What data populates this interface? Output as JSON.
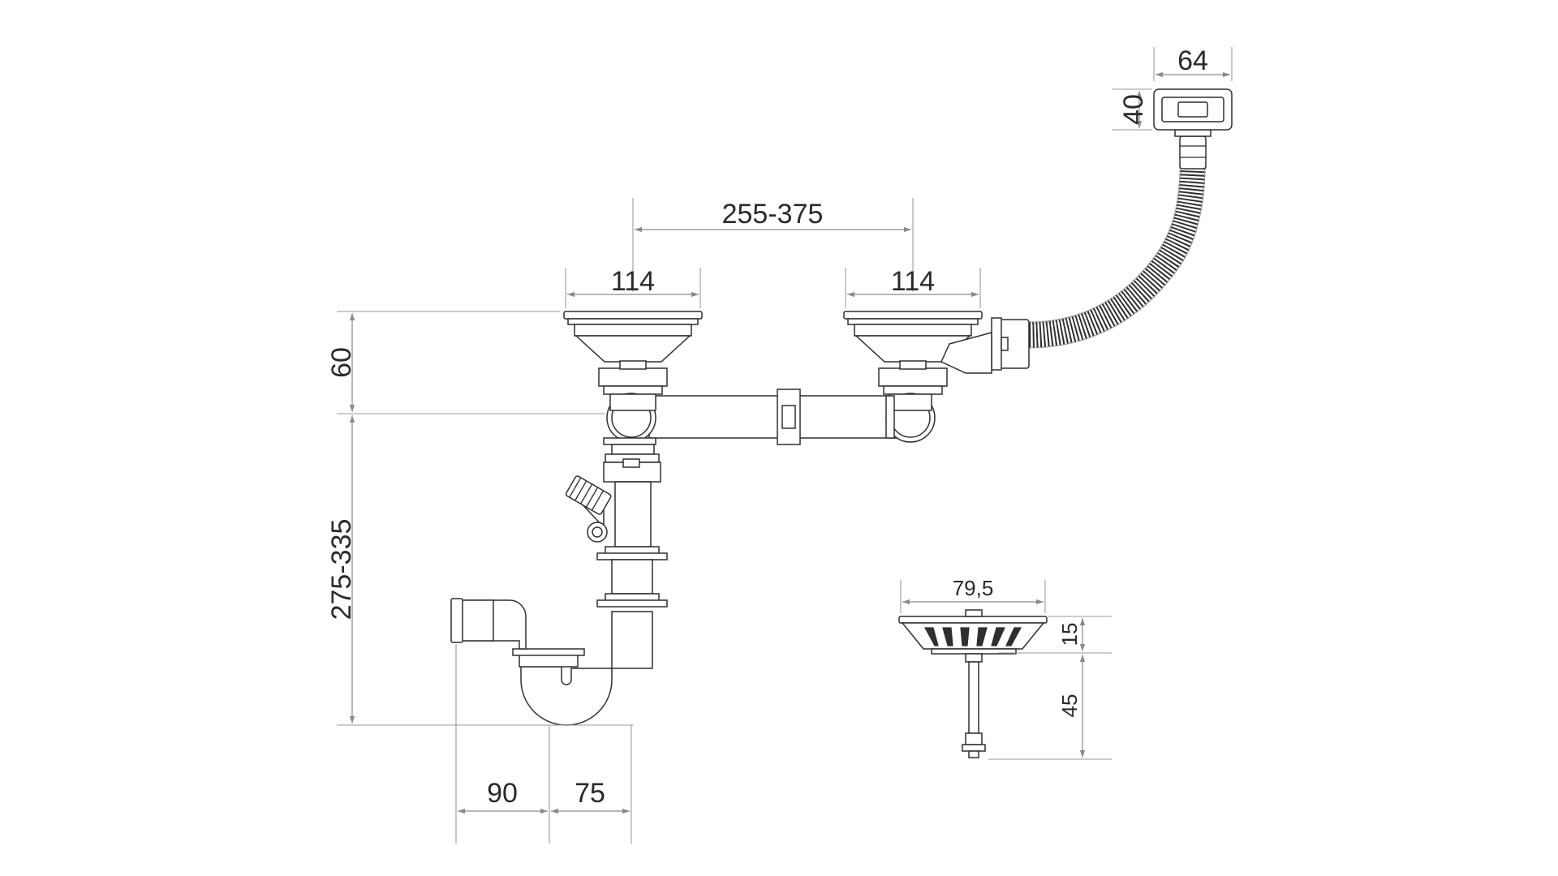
{
  "dimensions": {
    "overflow_width": "64",
    "overflow_height": "40",
    "bowl_spacing": "255-375",
    "left_bowl_diameter": "114",
    "right_bowl_diameter": "114",
    "strainer_height": "60",
    "trap_height": "275-335",
    "outlet_offset": "90",
    "trap_offset": "75",
    "basket_diameter": "79,5",
    "basket_top_height": "15",
    "basket_stem_length": "45"
  },
  "colors": {
    "line": "#2f2f2f",
    "dimension": "#8a8a8a",
    "text": "#2a2a2a"
  }
}
